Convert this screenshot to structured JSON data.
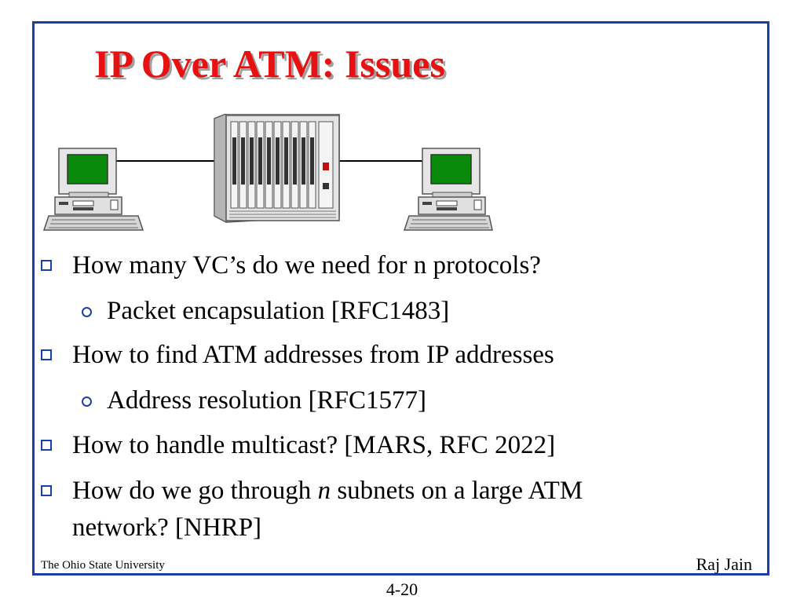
{
  "slide": {
    "title": "IP Over ATM: Issues",
    "bullets": [
      {
        "level": 1,
        "text": "How many VC’s do we need for n protocols?"
      },
      {
        "level": 2,
        "text": "Packet encapsulation [RFC1483]"
      },
      {
        "level": 1,
        "text": "How to find ATM addresses from IP addresses"
      },
      {
        "level": 2,
        "text": "Address resolution [RFC1577]"
      },
      {
        "level": 1,
        "text": "How to handle multicast? [MARS, RFC 2022]"
      },
      {
        "level": 1,
        "text_before": "How do we go through ",
        "text_italic": "n",
        "text_after": " subnets on a large ATM",
        "text_line2": "network? [NHRP]"
      }
    ],
    "footer_left": "The Ohio State University",
    "footer_right": "Raj Jain",
    "page_number": "4-20"
  },
  "diagram": {
    "left_node": "computer-icon",
    "center_node": "atm-switch-icon",
    "right_node": "computer-icon"
  },
  "colors": {
    "title": "#e81010",
    "frame_border": "#1a3fa8",
    "bullet_marker": "#1a3fa8",
    "screen": "#0a8a0a"
  }
}
